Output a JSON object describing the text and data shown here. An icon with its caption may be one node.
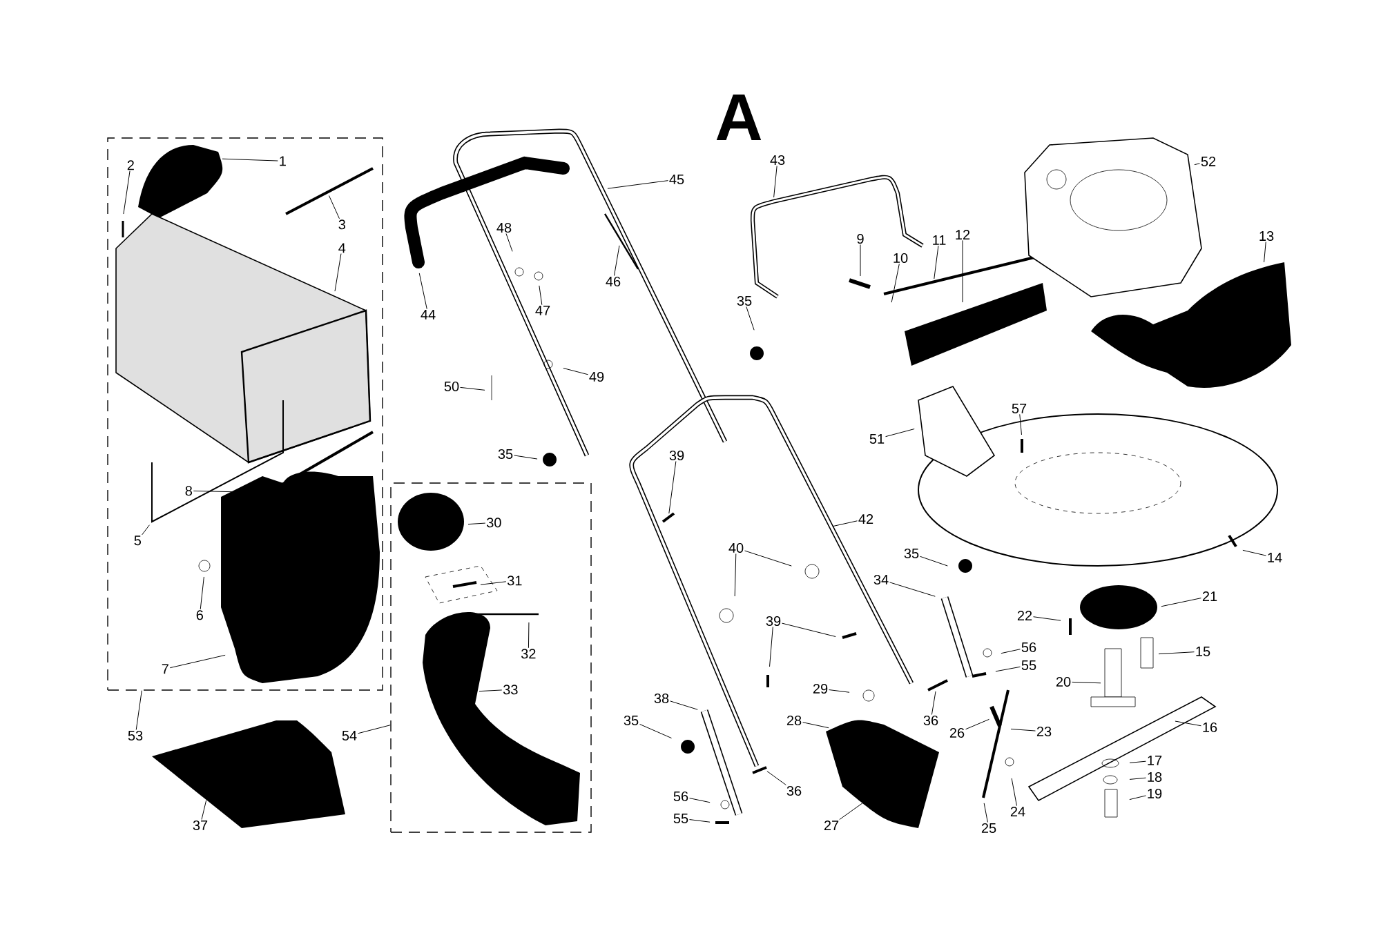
{
  "diagram": {
    "title": "A",
    "nodes": [
      {
        "text": [],
        "shape": "box"
      },
      {
        "text": [],
        "shape": "box"
      },
      {
        "text": [
          "1"
        ],
        "in": 0
      },
      {
        "text": [
          "2"
        ],
        "in": 0
      },
      {
        "text": [
          "3"
        ],
        "in": 0
      },
      {
        "text": [
          "4"
        ],
        "in": 0
      },
      {
        "text": [
          "8"
        ],
        "in": 0
      },
      {
        "text": [
          "5"
        ],
        "in": 0
      },
      {
        "text": [
          "6"
        ],
        "in": 0
      },
      {
        "text": [
          "7"
        ],
        "in": 0
      },
      {
        "text": [
          "53"
        ]
      },
      {
        "text": [
          "37"
        ]
      },
      {
        "text": [
          "45"
        ]
      },
      {
        "text": [
          "48"
        ]
      },
      {
        "text": [
          "46"
        ]
      },
      {
        "text": [
          "47"
        ]
      },
      {
        "text": [
          "44"
        ]
      },
      {
        "text": [
          "49"
        ]
      },
      {
        "text": [
          "50"
        ]
      },
      {
        "text": [
          "35"
        ]
      },
      {
        "text": [
          "30"
        ],
        "in": 1
      },
      {
        "text": [
          "31"
        ],
        "in": 1
      },
      {
        "text": [
          "32"
        ],
        "in": 1
      },
      {
        "text": [
          "33"
        ],
        "in": 1
      },
      {
        "text": [
          "54"
        ]
      },
      {
        "text": [
          "43"
        ]
      },
      {
        "text": [
          "35"
        ]
      },
      {
        "text": [
          "39"
        ]
      },
      {
        "text": [
          "42"
        ]
      },
      {
        "text": [
          "40"
        ]
      },
      {
        "text": [
          "39"
        ]
      },
      {
        "text": [
          "38"
        ]
      },
      {
        "text": [
          "35"
        ]
      },
      {
        "text": [
          "56"
        ]
      },
      {
        "text": [
          "55"
        ]
      },
      {
        "text": [
          "36"
        ]
      },
      {
        "text": [
          "28"
        ]
      },
      {
        "text": [
          "29"
        ]
      },
      {
        "text": [
          "27"
        ]
      },
      {
        "text": [
          "35"
        ]
      },
      {
        "text": [
          "34"
        ]
      },
      {
        "text": [
          "36"
        ]
      },
      {
        "text": [
          "56"
        ]
      },
      {
        "text": [
          "55"
        ]
      },
      {
        "text": [
          "26"
        ]
      },
      {
        "text": [
          "23"
        ]
      },
      {
        "text": [
          "24"
        ]
      },
      {
        "text": [
          "25"
        ]
      },
      {
        "text": [
          "9"
        ]
      },
      {
        "text": [
          "10"
        ]
      },
      {
        "text": [
          "11"
        ]
      },
      {
        "text": [
          "12"
        ]
      },
      {
        "text": [
          "52"
        ]
      },
      {
        "text": [
          "13"
        ]
      },
      {
        "text": [
          "51"
        ]
      },
      {
        "text": [
          "57"
        ]
      },
      {
        "text": [
          "14"
        ]
      },
      {
        "text": [
          "21"
        ]
      },
      {
        "text": [
          "22"
        ]
      },
      {
        "text": [
          "15"
        ]
      },
      {
        "text": [
          "20"
        ]
      },
      {
        "text": [
          "16"
        ]
      },
      {
        "text": [
          "17"
        ]
      },
      {
        "text": [
          "18"
        ]
      },
      {
        "text": [
          "19"
        ]
      }
    ],
    "edges": [
      {
        "from": 2,
        "to": null,
        "arrow": "none"
      },
      {
        "from": 3,
        "to": null,
        "arrow": "none"
      },
      {
        "from": 4,
        "to": null,
        "arrow": "none"
      },
      {
        "from": 5,
        "to": null,
        "arrow": "none"
      },
      {
        "from": 6,
        "to": null,
        "arrow": "none"
      },
      {
        "from": 7,
        "to": null,
        "arrow": "none"
      },
      {
        "from": 8,
        "to": null,
        "arrow": "none"
      },
      {
        "from": 9,
        "to": null,
        "arrow": "none"
      },
      {
        "from": 10,
        "to": 0,
        "arrow": "none"
      },
      {
        "from": 11,
        "to": null,
        "arrow": "none"
      },
      {
        "from": 12,
        "to": null,
        "arrow": "none"
      },
      {
        "from": 13,
        "to": null,
        "arrow": "none"
      },
      {
        "from": 14,
        "to": null,
        "arrow": "none"
      },
      {
        "from": 15,
        "to": null,
        "arrow": "none"
      },
      {
        "from": 16,
        "to": null,
        "arrow": "none"
      },
      {
        "from": 17,
        "to": null,
        "arrow": "none"
      },
      {
        "from": 18,
        "to": null,
        "arrow": "none"
      },
      {
        "from": 19,
        "to": null,
        "arrow": "none"
      },
      {
        "from": 20,
        "to": null,
        "arrow": "none"
      },
      {
        "from": 21,
        "to": null,
        "arrow": "none"
      },
      {
        "from": 22,
        "to": null,
        "arrow": "none"
      },
      {
        "from": 23,
        "to": null,
        "arrow": "none"
      },
      {
        "from": 24,
        "to": 1,
        "arrow": "none"
      },
      {
        "from": 25,
        "to": null,
        "arrow": "none"
      },
      {
        "from": 26,
        "to": null,
        "arrow": "none"
      },
      {
        "from": 27,
        "to": null,
        "arrow": "none"
      },
      {
        "from": 28,
        "to": null,
        "arrow": "none"
      },
      {
        "from": 29,
        "to": null,
        "arrow": "none"
      },
      {
        "from": 29,
        "to": null,
        "arrow": "none"
      },
      {
        "from": 30,
        "to": null,
        "arrow": "none"
      },
      {
        "from": 30,
        "to": null,
        "arrow": "none"
      },
      {
        "from": 31,
        "to": null,
        "arrow": "none"
      },
      {
        "from": 32,
        "to": null,
        "arrow": "none"
      },
      {
        "from": 33,
        "to": null,
        "arrow": "none"
      },
      {
        "from": 34,
        "to": null,
        "arrow": "none"
      },
      {
        "from": 35,
        "to": null,
        "arrow": "none"
      },
      {
        "from": 36,
        "to": null,
        "arrow": "none"
      },
      {
        "from": 37,
        "to": null,
        "arrow": "none"
      },
      {
        "from": 38,
        "to": null,
        "arrow": "none"
      },
      {
        "from": 39,
        "to": null,
        "arrow": "none"
      },
      {
        "from": 40,
        "to": null,
        "arrow": "none"
      },
      {
        "from": 41,
        "to": null,
        "arrow": "none"
      },
      {
        "from": 42,
        "to": null,
        "arrow": "none"
      },
      {
        "from": 43,
        "to": null,
        "arrow": "none"
      },
      {
        "from": 44,
        "to": null,
        "arrow": "none"
      },
      {
        "from": 45,
        "to": null,
        "arrow": "none"
      },
      {
        "from": 46,
        "to": null,
        "arrow": "none"
      },
      {
        "from": 47,
        "to": null,
        "arrow": "none"
      },
      {
        "from": 48,
        "to": null,
        "arrow": "none"
      },
      {
        "from": 49,
        "to": null,
        "arrow": "none"
      },
      {
        "from": 50,
        "to": null,
        "arrow": "none"
      },
      {
        "from": 51,
        "to": null,
        "arrow": "none"
      },
      {
        "from": 52,
        "to": null,
        "arrow": "none"
      },
      {
        "from": 53,
        "to": null,
        "arrow": "none"
      },
      {
        "from": 54,
        "to": null,
        "arrow": "none"
      },
      {
        "from": 55,
        "to": null,
        "arrow": "none"
      },
      {
        "from": 56,
        "to": null,
        "arrow": "none"
      },
      {
        "from": 57,
        "to": null,
        "arrow": "none"
      },
      {
        "from": 58,
        "to": null,
        "arrow": "none"
      },
      {
        "from": 59,
        "to": null,
        "arrow": "none"
      },
      {
        "from": 60,
        "to": null,
        "arrow": "none"
      },
      {
        "from": 61,
        "to": null,
        "arrow": "none"
      },
      {
        "from": 62,
        "to": null,
        "arrow": "none"
      },
      {
        "from": 63,
        "to": null,
        "arrow": "none"
      },
      {
        "from": 64,
        "to": null,
        "arrow": "none"
      }
    ]
  }
}
